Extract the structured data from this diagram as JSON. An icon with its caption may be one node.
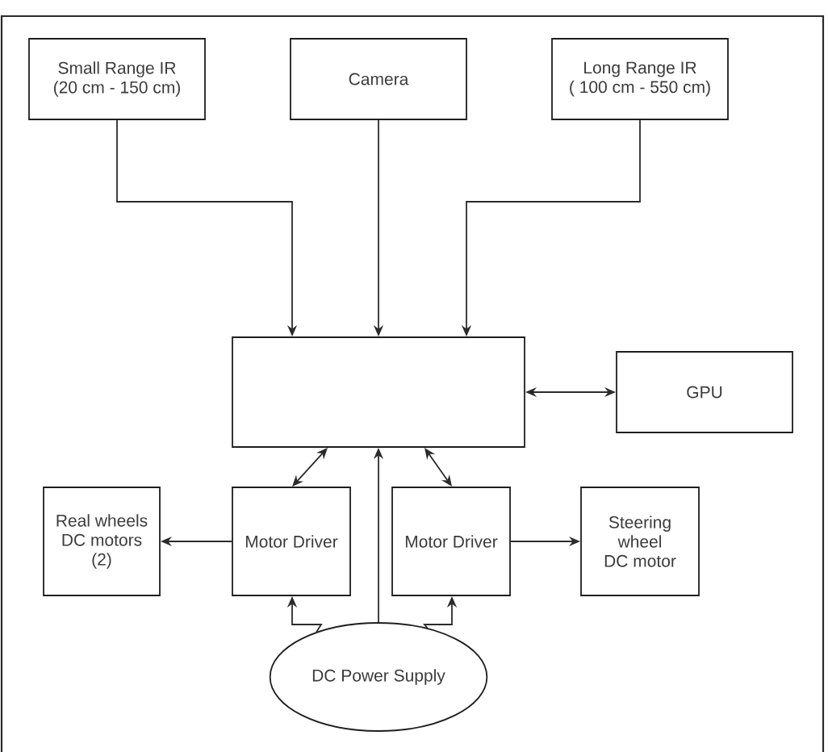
{
  "diagram": {
    "nodes": [
      {
        "text": [
          "Small Range IR",
          "(20 cm - 150 cm)"
        ]
      },
      {
        "text": [
          "Camera"
        ]
      },
      {
        "text": [
          "Long Range IR",
          "( 100 cm - 550 cm)"
        ]
      },
      {
        "text": [],
        "shape": "box"
      },
      {
        "text": [
          "GPU"
        ]
      },
      {
        "text": [
          "Real wheels DC motors (2)"
        ]
      },
      {
        "text": [
          "Motor Driver"
        ]
      },
      {
        "text": [
          "Motor Driver"
        ]
      },
      {
        "text": [
          "Steering wheel DC motor"
        ]
      },
      {
        "text": [
          "DC Power Supply"
        ]
      }
    ],
    "edges": [
      {
        "from": 0,
        "to": 3,
        "arrow": "to"
      },
      {
        "from": 1,
        "to": 3,
        "arrow": "to"
      },
      {
        "from": 2,
        "to": 3,
        "arrow": "to"
      },
      {
        "from": 3,
        "to": 4,
        "arrow": "both"
      },
      {
        "from": 3,
        "to": 6,
        "arrow": "both"
      },
      {
        "from": 3,
        "to": 7,
        "arrow": "both"
      },
      {
        "from": 9,
        "to": 3,
        "arrow": "to"
      },
      {
        "from": 6,
        "to": 5,
        "arrow": "to"
      },
      {
        "from": 7,
        "to": 8,
        "arrow": "to"
      },
      {
        "from": 9,
        "to": 6,
        "arrow": "to"
      },
      {
        "from": 9,
        "to": 7,
        "arrow": "to"
      }
    ]
  }
}
